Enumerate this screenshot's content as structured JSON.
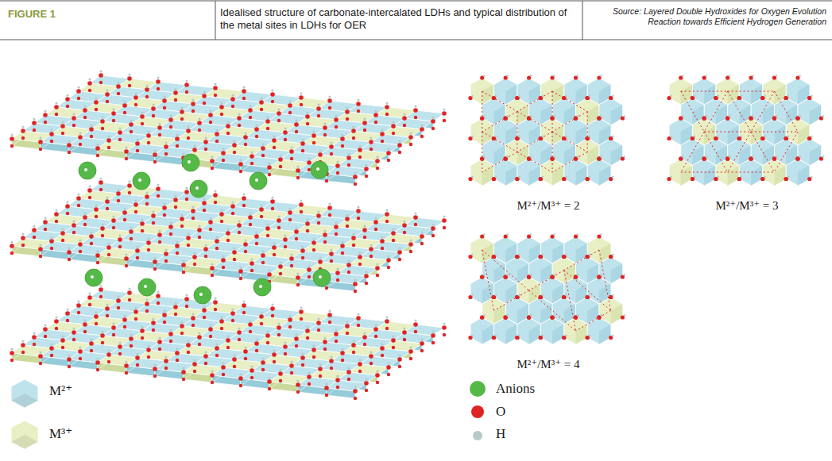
{
  "diagram": {
    "title": "Idealised structure of carbonate-intercalated LDHs and typical distribution of the metal sites in LDHs for OER",
    "labels": [
      "FIGURE 1",
      "Source: Layered Double Hydroxides for Oxygen Evolution Reaction towards Efficient Hydrogen Generation",
      "M²⁺/M³⁺ = 2",
      "M²⁺/M³⁺ = 3",
      "M²⁺/M³⁺ = 4"
    ],
    "legend": [
      {
        "text": "M²⁺",
        "color": "#bfe3ec"
      },
      {
        "text": "M³⁺",
        "color": "#e8efc4"
      },
      {
        "text": "Anions",
        "color": "#55b947"
      },
      {
        "text": "O",
        "color": "#e02424"
      },
      {
        "text": "H",
        "color": "#b9c9c9"
      }
    ]
  }
}
